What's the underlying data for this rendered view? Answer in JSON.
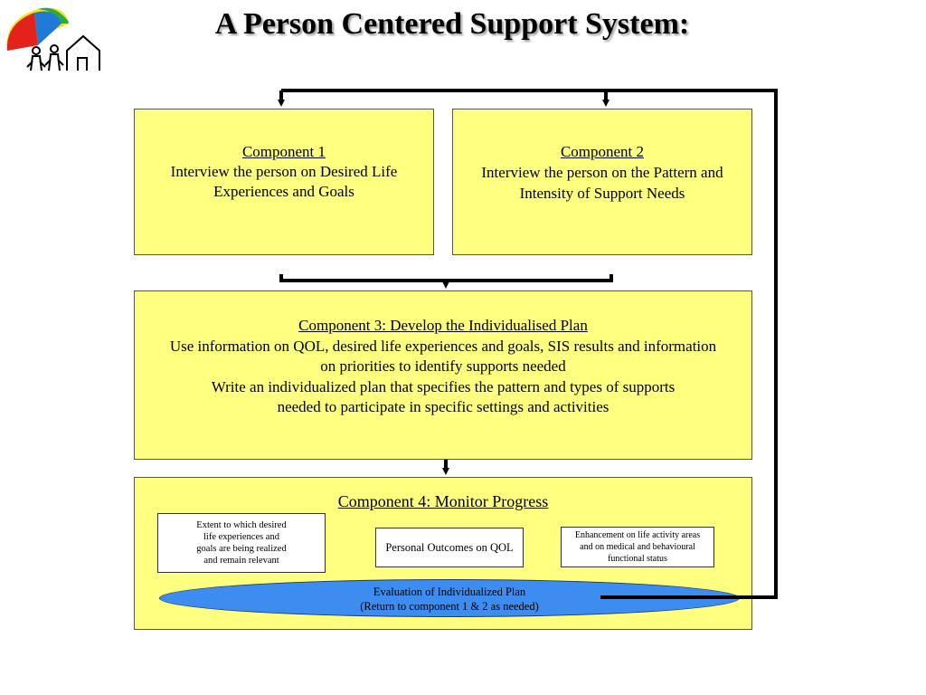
{
  "title": "A Person Centered Support System:",
  "logo": {
    "icon": "umbrella-family-house-logo"
  },
  "colors": {
    "box_fill": "#ffff80",
    "ellipse_fill": "#3d8cf0",
    "connector": "#000000"
  },
  "component1": {
    "heading": "Component 1",
    "lines": [
      "Interview the person on Desired Life",
      "Experiences and Goals"
    ]
  },
  "component2": {
    "heading": "Component 2",
    "lines": [
      "Interview the person on the Pattern and",
      "Intensity of Support Needs"
    ]
  },
  "component3": {
    "heading": "Component 3: Develop the Individualised Plan",
    "lines": [
      "Use information on QOL, desired life experiences and goals, SIS results and information",
      "on priorities to identify supports needed",
      "Write an individualized plan that specifies the pattern and types of supports",
      "needed to participate in specific settings and activities"
    ]
  },
  "component4": {
    "heading": "Component 4: Monitor Progress",
    "box_left": [
      "Extent to which desired",
      "life experiences and",
      "goals are being realized",
      "and remain relevant"
    ],
    "box_middle": "Personal Outcomes on QOL",
    "box_right": [
      "Enhancement on life activity areas",
      "and on medical and behavioural",
      "functional status"
    ],
    "evaluation": [
      "Evaluation of Individualized Plan",
      "(Return to component 1 & 2 as needed)"
    ]
  }
}
